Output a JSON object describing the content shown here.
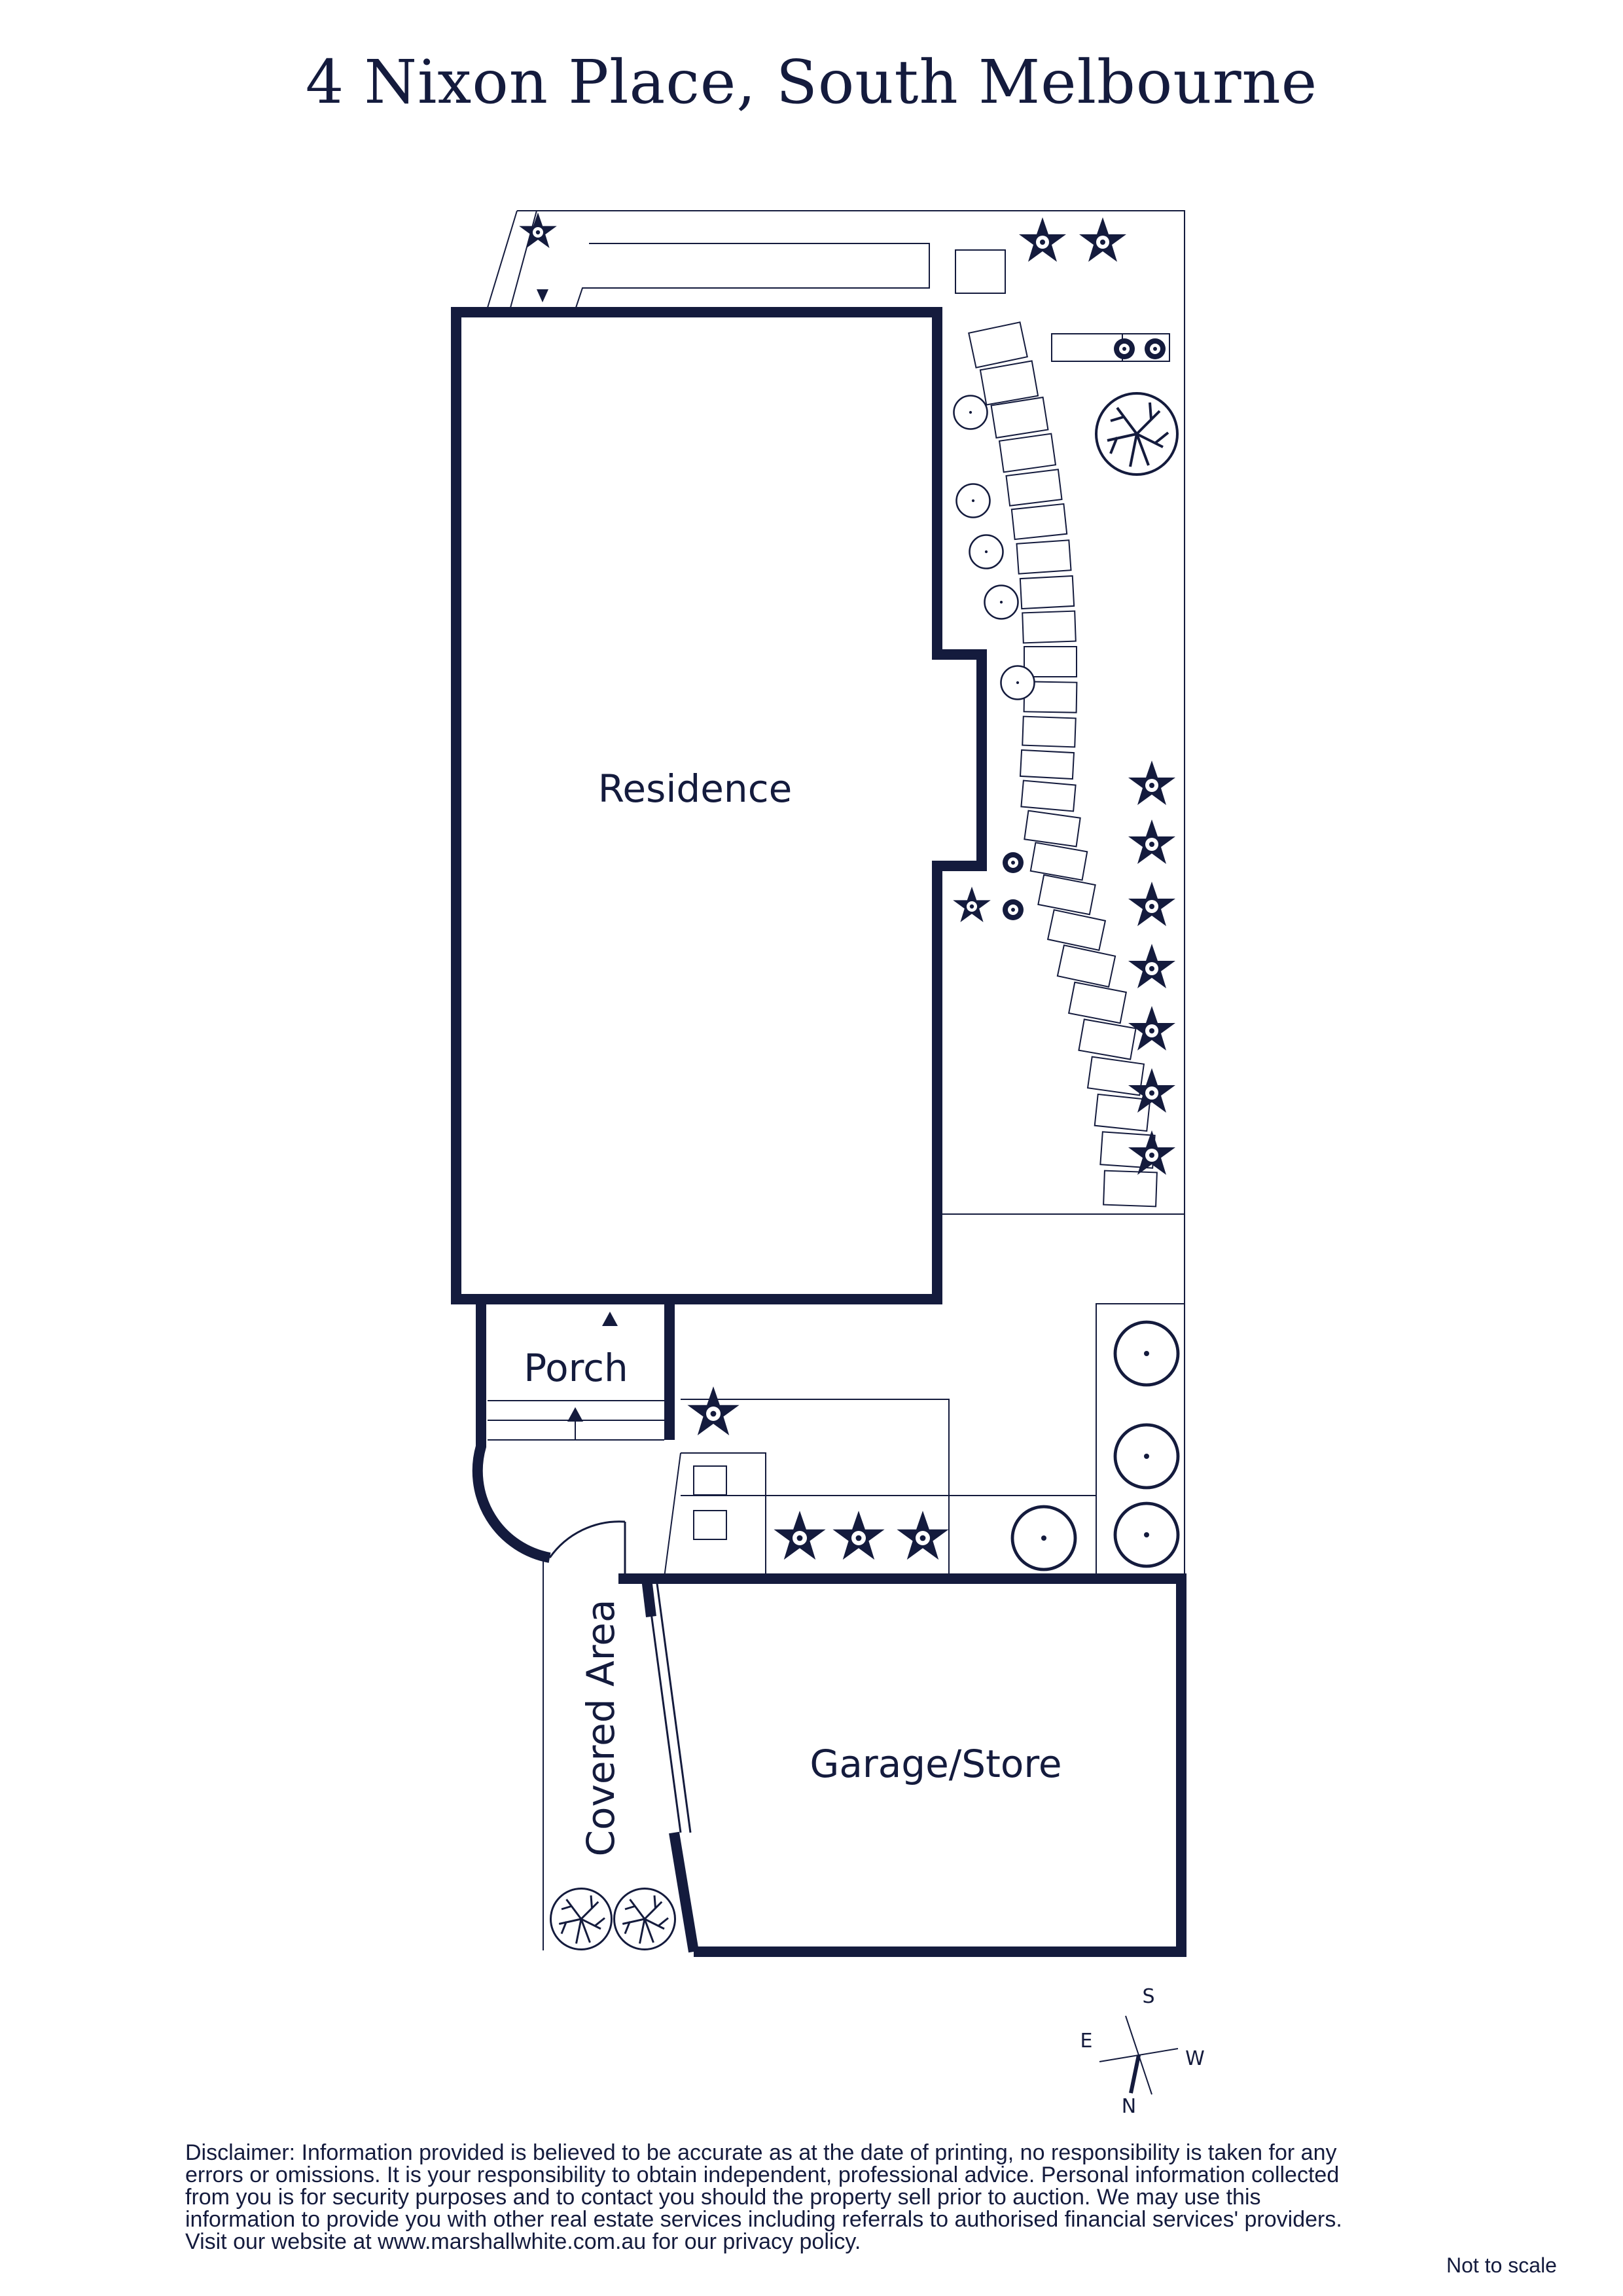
{
  "title": "4 Nixon Place, South Melbourne",
  "rooms": {
    "residence": "Residence",
    "porch": "Porch",
    "garage": "Garage/Store",
    "covered": "Covered Area"
  },
  "compass": {
    "s": "S",
    "e": "E",
    "w": "W",
    "n": "N"
  },
  "disclaimer": "Disclaimer: Information provided is believed to be accurate as at the date of printing, no responsibility is taken for any errors or omissions. It is your responsibility to obtain independent, professional advice. Personal information collected from you is for security purposes and to contact you should the property sell prior to auction. We may use this information to provide you with other real estate services including referrals to authorised financial services' providers. Visit our website at www.marshallwhite.com.au for our privacy policy.",
  "scale_note": "Not to scale",
  "colors": {
    "ink": "#141b3d",
    "background": "#ffffff"
  },
  "icons": [
    "plant-icon",
    "tree-icon",
    "shrub-icon",
    "compass-icon",
    "door-arrow-icon"
  ]
}
